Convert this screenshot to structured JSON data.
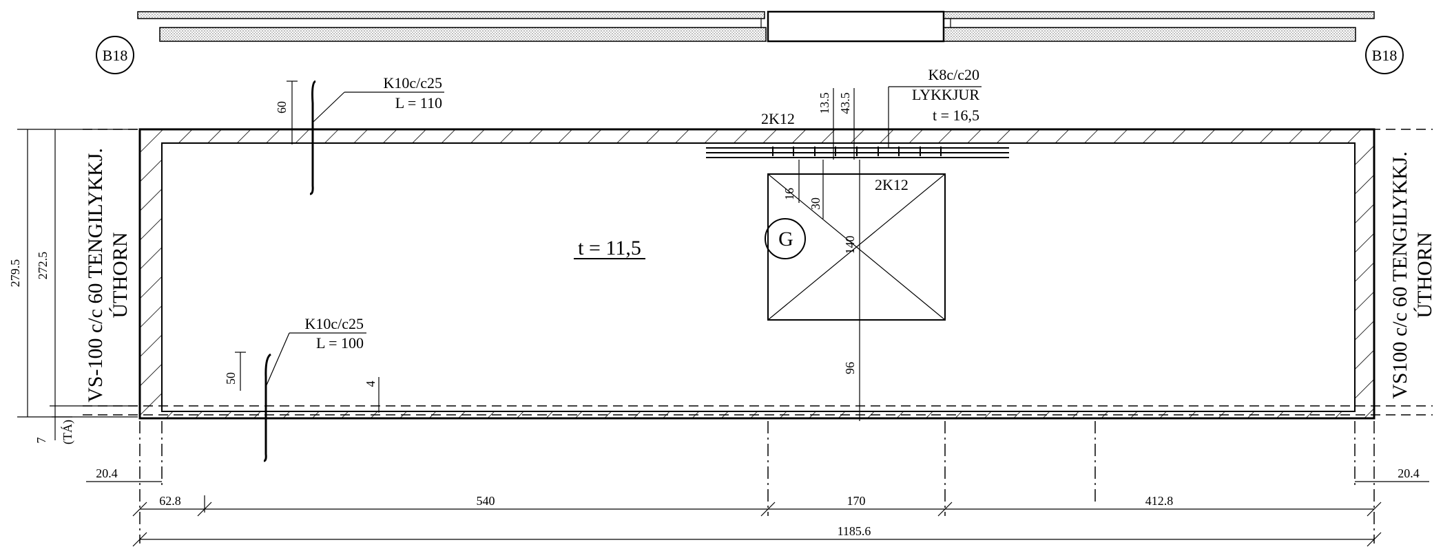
{
  "labels": {
    "b18": "B18",
    "g": "G",
    "slab_thickness": "t = 11,5",
    "rebar_top_k10": "K10c/c25",
    "rebar_top_len": "L = 110",
    "rebar_bot_k10": "K10c/c25",
    "rebar_bot_len": "L = 100",
    "rebar_k8": "K8c/c20",
    "rebar_k8_type": "LYKKJUR",
    "rebar_k8_t": "t = 16,5",
    "bar_2k12_top": "2K12",
    "bar_2k12_right": "2K12",
    "left_tie": "VS-100 c/c 60 TENGILYKKJ.",
    "left_tie_2": "ÚTHORN",
    "right_tie": "VS100 c/c 60 TENGILYKKJ.",
    "right_tie_2": "ÚTHORN"
  },
  "dimensions": {
    "height_outer": "279.5",
    "height_inner": "272.5",
    "ta_value": "7",
    "ta_label": "(TÁ)",
    "edge_left": "20.4",
    "edge_right": "20.4",
    "seg_1": "62.8",
    "seg_2": "540",
    "seg_3": "170",
    "seg_4": "412.8",
    "total": "1185.6",
    "v_60": "60",
    "v_50": "50",
    "v_4": "4",
    "v_13_5": "13.5",
    "v_43_5": "43.5",
    "v_16": "16",
    "v_30": "30",
    "v_140": "140",
    "v_96": "96"
  }
}
